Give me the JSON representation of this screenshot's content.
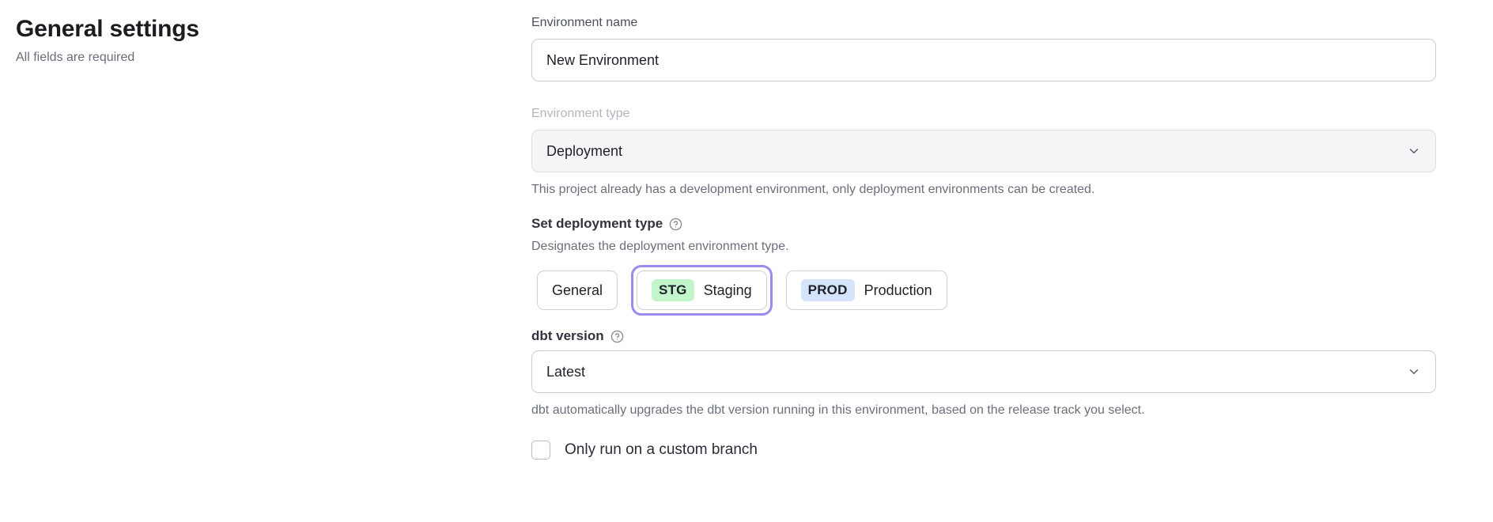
{
  "header": {
    "title": "General settings",
    "subtitle": "All fields are required"
  },
  "form": {
    "environment_name": {
      "label": "Environment name",
      "value": "New Environment",
      "placeholder": "Environment name"
    },
    "environment_type": {
      "label": "Environment type",
      "value": "Deployment",
      "disabled": true,
      "chevron_icon": "chevron-down-icon",
      "helper_text": "This project already has a development environment, only deployment environments can be created."
    },
    "deployment_type": {
      "label": "Set deployment type",
      "help_icon": "question-circle-icon",
      "description": "Designates the deployment environment type.",
      "options": [
        {
          "id": "general",
          "badge": "",
          "label": "General",
          "selected": false
        },
        {
          "id": "staging",
          "badge": "STG",
          "label": "Staging",
          "selected": true
        },
        {
          "id": "production",
          "badge": "PROD",
          "label": "Production",
          "selected": false
        }
      ]
    },
    "dbt_version": {
      "label": "dbt version",
      "help_icon": "question-circle-icon",
      "value": "Latest",
      "chevron_icon": "chevron-down-icon",
      "helper_text": "dbt automatically upgrades the dbt version running in this environment, based on the release track you select."
    },
    "custom_branch": {
      "label": "Only run on a custom branch",
      "checked": false
    }
  },
  "colors": {
    "focus_ring": "#9b8aef",
    "badge_staging_bg": "#c3f5ca",
    "badge_production_bg": "#d6e4fb",
    "disabled_field_bg": "#f4f5f6",
    "text_primary": "#1f2129",
    "text_muted": "#6b6f7b"
  }
}
